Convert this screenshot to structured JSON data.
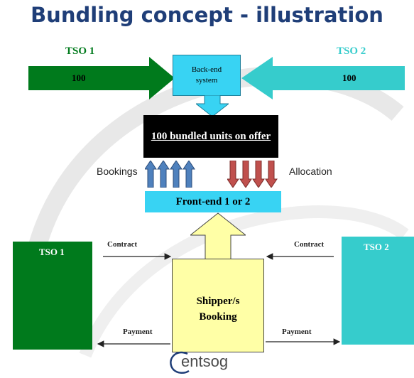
{
  "title": "Bundling concept - illustration",
  "top": {
    "tso1_label": "TSO 1",
    "tso2_label": "TSO 2",
    "tso1_value": "100",
    "tso2_value": "100",
    "backend_line1": "Back-end",
    "backend_line2": "system",
    "offer_text": "100 bundled units on offer"
  },
  "middle": {
    "bookings_label": "Bookings",
    "allocation_label": "Allocation",
    "frontend_label": "Front-end 1 or 2"
  },
  "bottom": {
    "tso1_label": "TSO 1",
    "tso2_label": "TSO 2",
    "shipper_line1": "Shipper/s",
    "shipper_line2": "Booking",
    "contract_left": "Contract",
    "contract_right": "Contract",
    "payment_left": "Payment",
    "payment_right": "Payment"
  },
  "logo_text": "entsog",
  "colors": {
    "title": "#1f3e78",
    "tso1_green": "#007a1c",
    "tso2_teal": "#36cccc",
    "cyan_box": "#38d3f3",
    "shipper_yellow": "#ffffa6",
    "bookings_blue": "#4f81bd",
    "allocation_red": "#c0504d"
  }
}
